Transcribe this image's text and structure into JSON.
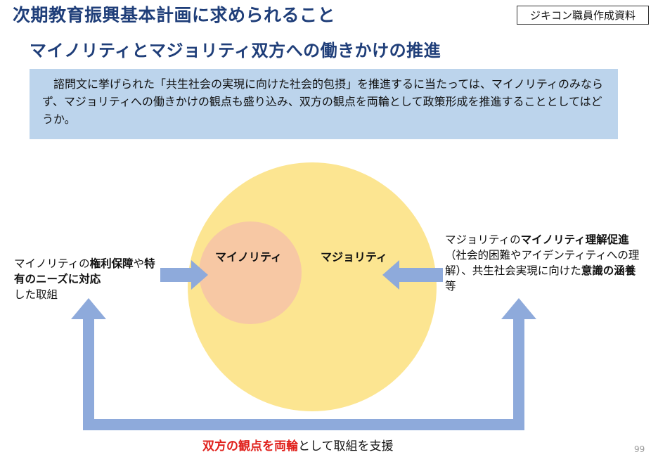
{
  "header": {
    "title": "次期教育振興基本計画に求められること",
    "badge": "ジキコン職員作成資料",
    "subtitle": "マイノリティとマジョリティ双方への働きかけの推進"
  },
  "note": {
    "text": "諮問文に挙げられた「共生社会の実現に向けた社会的包摂」を推進するに当たっては、マイノリティのみならず、マジョリティへの働きかけの観点も盛り込み、双方の観点を両輪として政策形成を推進することとしてはどうか。"
  },
  "diagram": {
    "inner_circle_label": "マイノリティ",
    "outer_circle_label": "マジョリティ",
    "left": {
      "t1": "マイノリティの",
      "b1": "権利保障",
      "t2": "や",
      "b2": "特有のニーズに対応",
      "t3": "した取組"
    },
    "right": {
      "t1": "マジョリティの",
      "b1": "マイノリティ理解促進",
      "t2": "（社会的困難やアイデンティティへの理解）、共生社会実現に向けた",
      "b2": "意識の涵養",
      "t3": "等"
    },
    "caption": {
      "red": "双方の観点を両輪",
      "rest": "として取組を支援"
    },
    "colors": {
      "outer_circle": "#fce591",
      "inner_circle": "#f7c8a4",
      "arrows": "#8eaadb",
      "title": "#1f3e79",
      "note_box": "#bcd4ec",
      "caption_red": "#e0201b"
    }
  },
  "page": {
    "number": "99"
  }
}
